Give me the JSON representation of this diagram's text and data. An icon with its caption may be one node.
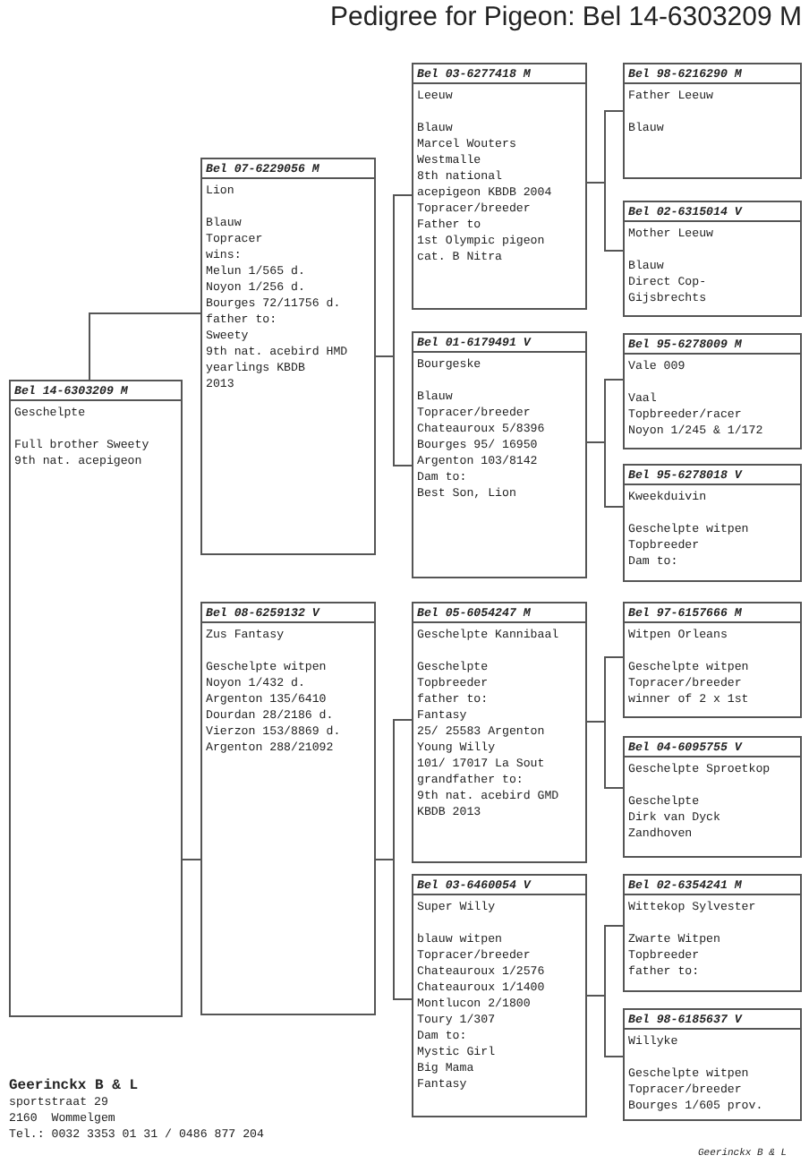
{
  "diagram": {
    "title": "Pedigree for Pigeon: Bel 14-6303209 M",
    "nodes": [
      {
        "text": [
          "Bel 14-6303209 M",
          "Geschelpte",
          "Full brother Sweety",
          "9th nat. acepigeon"
        ]
      },
      {
        "text": [
          "Bel 07-6229056 M",
          "Lion",
          "Blauw",
          "Topracer",
          "wins:",
          "Melun 1/565 d.",
          "Noyon 1/256 d.",
          "Bourges 72/11756 d.",
          "father to:",
          "Sweety",
          "9th nat. acebird HMD",
          "yearlings KBDB",
          "2013"
        ]
      },
      {
        "text": [
          "Bel 08-6259132 V",
          "Zus Fantasy",
          "Geschelpte witpen",
          "Noyon 1/432 d.",
          "Argenton 135/6410",
          "Dourdan 28/2186 d.",
          "Vierzon 153/8869 d.",
          "Argenton 288/21092"
        ]
      },
      {
        "text": [
          "Bel 03-6277418 M",
          "Leeuw",
          "Blauw",
          "Marcel Wouters",
          "Westmalle",
          "8th national",
          "acepigeon KBDB 2004",
          "Topracer/breeder",
          "Father to",
          "1st Olympic pigeon",
          "cat. B Nitra"
        ]
      },
      {
        "text": [
          "Bel 01-6179491 V",
          "Bourgeske",
          "Blauw",
          "Topracer/breeder",
          "Chateauroux 5/8396",
          "Bourges 95/ 16950",
          "Argenton 103/8142",
          "Dam to:",
          "Best Son, Lion"
        ]
      },
      {
        "text": [
          "Bel 05-6054247 M",
          "Geschelpte Kannibaal",
          "Geschelpte",
          "Topbreeder",
          "father to:",
          "Fantasy",
          "25/ 25583 Argenton",
          "Young Willy",
          "101/ 17017 La Sout",
          "grandfather to:",
          "9th nat. acebird GMD",
          "KBDB 2013"
        ]
      },
      {
        "text": [
          "Bel 03-6460054 V",
          "Super Willy",
          "blauw witpen",
          "Topracer/breeder",
          "Chateauroux 1/2576",
          "Chateauroux 1/1400",
          "Montlucon 2/1800",
          "Toury 1/307",
          "Dam to:",
          "Mystic Girl",
          "Big Mama",
          "Fantasy"
        ]
      },
      {
        "text": [
          "Bel 98-6216290 M",
          "Father Leeuw",
          "Blauw"
        ]
      },
      {
        "text": [
          "Bel 02-6315014 V",
          "Mother Leeuw",
          "Blauw",
          "Direct Cop-",
          "Gijsbrechts"
        ]
      },
      {
        "text": [
          "Bel 95-6278009 M",
          "Vale 009",
          "Vaal",
          "Topbreeder/racer",
          "Noyon 1/245 & 1/172"
        ]
      },
      {
        "text": [
          "Bel 95-6278018 V",
          "Kweekduivin",
          "Geschelpte witpen",
          "Topbreeder",
          "Dam to:"
        ]
      },
      {
        "text": [
          "Bel 97-6157666 M",
          "Witpen Orleans",
          "Geschelpte witpen",
          "Topracer/breeder",
          "winner of 2 x 1st"
        ]
      },
      {
        "text": [
          "Bel 04-6095755 V",
          "Geschelpte Sproetkop",
          "Geschelpte",
          "Dirk van Dyck",
          "Zandhoven"
        ]
      },
      {
        "text": [
          "Bel 02-6354241 M",
          "Wittekop Sylvester",
          "Zwarte Witpen",
          "Topbreeder",
          "father to:"
        ]
      },
      {
        "text": [
          "Bel 98-6185637 V",
          "Willyke",
          "Geschelpte witpen",
          "Topracer/breeder",
          "Bourges 1/605 prov."
        ]
      }
    ],
    "edges": [
      {
        "from": 0,
        "to": 1,
        "arrow": "none"
      },
      {
        "from": 0,
        "to": 2,
        "arrow": "none"
      },
      {
        "from": 1,
        "to": 3,
        "arrow": "none"
      },
      {
        "from": 1,
        "to": 4,
        "arrow": "none"
      },
      {
        "from": 2,
        "to": 5,
        "arrow": "none"
      },
      {
        "from": 2,
        "to": 6,
        "arrow": "none"
      },
      {
        "from": 3,
        "to": 7,
        "arrow": "none"
      },
      {
        "from": 3,
        "to": 8,
        "arrow": "none"
      },
      {
        "from": 4,
        "to": 9,
        "arrow": "none"
      },
      {
        "from": 4,
        "to": 10,
        "arrow": "none"
      },
      {
        "from": 5,
        "to": 11,
        "arrow": "none"
      },
      {
        "from": 5,
        "to": 12,
        "arrow": "none"
      },
      {
        "from": 6,
        "to": 13,
        "arrow": "none"
      },
      {
        "from": 6,
        "to": 14,
        "arrow": "none"
      }
    ],
    "labels": [
      "Geerinckx B & L",
      "sportstraat 29",
      "2160  Wommelgem",
      "Tel.: 0032 3353 01 31 / 0486 877 204",
      "Geerinckx B & L"
    ]
  }
}
